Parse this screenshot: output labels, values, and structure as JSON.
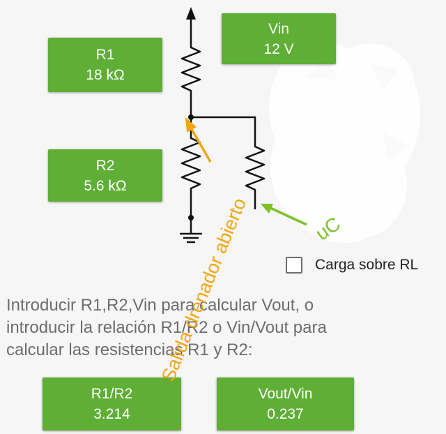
{
  "boxes": {
    "r1": {
      "name": "R1",
      "value": "18 kΩ"
    },
    "vin": {
      "name": "Vin",
      "value": "12 V"
    },
    "r2": {
      "name": "R2",
      "value": "5.6 kΩ"
    },
    "ratio": {
      "name": "R1/R2",
      "value": "3.214"
    },
    "vout_vin": {
      "name": "Vout/Vin",
      "value": "0.237"
    }
  },
  "load_checkbox": {
    "label": "Carga sobre RL",
    "checked": false
  },
  "instructions": {
    "line1": "Introducir R1,R2,Vin para calcular Vout, o",
    "line2": "introducir la relación R1/R2 o Vin/Vout para",
    "line3": "calcular las resistencias R1 y R2:"
  },
  "annotations": {
    "open_drain": "Salida drenador abierto",
    "uc": "uC"
  },
  "colors": {
    "accent_green": "#5fae36",
    "annotation_orange": "#f2a516",
    "annotation_green": "#7cc12a",
    "text_gray": "#6d6d6d"
  }
}
